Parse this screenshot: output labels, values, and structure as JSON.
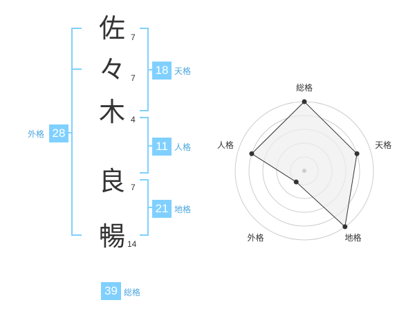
{
  "characters": [
    {
      "char": "佐",
      "strokes": "7"
    },
    {
      "char": "々",
      "strokes": "7"
    },
    {
      "char": "木",
      "strokes": "4"
    },
    {
      "char": "良",
      "strokes": "7"
    },
    {
      "char": "暢",
      "strokes": "14"
    }
  ],
  "fortunes": {
    "tenkaku": {
      "value": "18",
      "label": "天格"
    },
    "jinkaku": {
      "value": "11",
      "label": "人格"
    },
    "chikaku": {
      "value": "21",
      "label": "地格"
    },
    "gaikaku": {
      "value": "28",
      "label": "外格"
    },
    "soukaku": {
      "value": "39",
      "label": "総格"
    }
  },
  "radar": {
    "axes": [
      "総格",
      "天格",
      "地格",
      "外格",
      "人格"
    ],
    "levels": 5,
    "values": [
      5,
      4,
      5,
      1,
      4
    ],
    "colors": {
      "fill": "#eeeeee",
      "line": "#333333",
      "grid": "#cccccc",
      "accent": "#7fd0ff"
    }
  }
}
